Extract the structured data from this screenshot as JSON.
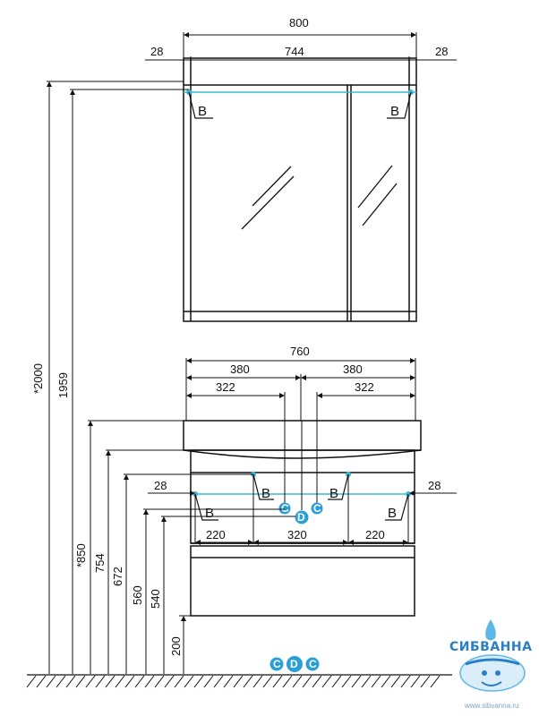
{
  "top_cabinet": {
    "width": "800",
    "inner_width": "744",
    "left_offset": "28",
    "right_offset": "28"
  },
  "vanity": {
    "width": "760",
    "half_left": "380",
    "half_right": "380",
    "hole_left": "322",
    "hole_right": "322",
    "left_offset": "28",
    "right_offset": "28",
    "bottom_left": "220",
    "bottom_center": "320",
    "bottom_right": "220"
  },
  "heights": {
    "h2000": "*2000",
    "h1959": "1959",
    "h850": "*850",
    "h754": "754",
    "h672": "672",
    "h560": "560",
    "h540": "540",
    "h200": "200"
  },
  "markers": {
    "b": "B",
    "c": "C",
    "d": "D"
  },
  "colors": {
    "line": "#111111",
    "accent": "#3cb8d0",
    "marker_fill": "#2a9fd6",
    "brand": "#2a7fc4"
  },
  "brand": {
    "name": "СИБВАННА",
    "site": "www.sibvanna.ru"
  }
}
